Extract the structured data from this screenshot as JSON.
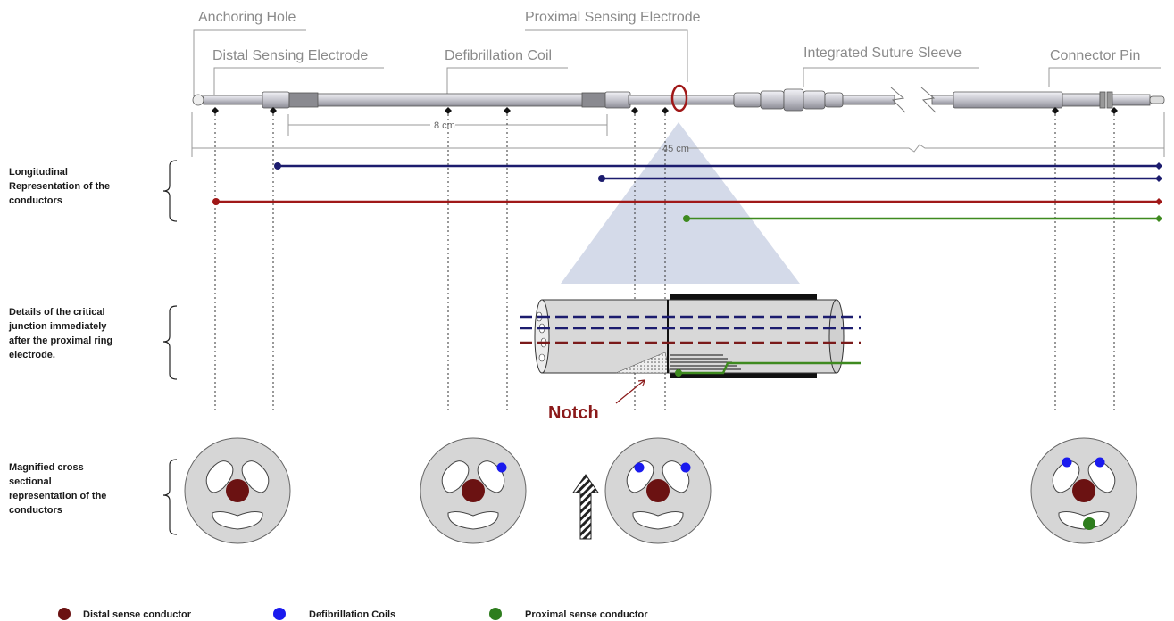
{
  "labels": {
    "anchoring_hole": "Anchoring Hole",
    "distal_sensing": "Distal Sensing Electrode",
    "defib_coil": "Defibrillation Coil",
    "proximal_sensing": "Proximal Sensing Electrode",
    "suture_sleeve": "Integrated Suture Sleeve",
    "connector_pin": "Connector Pin"
  },
  "dimensions": {
    "coil_length": "8 cm",
    "lead_length": "45 cm"
  },
  "rows": {
    "longitudinal": [
      "Longitudinal",
      "Representation of the",
      "conductors"
    ],
    "junction": [
      "Details of the critical",
      "junction immediately",
      "after the proximal ring",
      "electrode."
    ],
    "cross": [
      "Magnified cross",
      "sectional",
      "representation of the",
      "conductors"
    ]
  },
  "notch_label": "Notch",
  "legend": [
    {
      "label": "Distal sense conductor",
      "color": "#6b1212"
    },
    {
      "label": "Defibrillation Coils",
      "color": "#1a1aee"
    },
    {
      "label": "Proximal sense conductor",
      "color": "#2e7d1e"
    }
  ],
  "colors": {
    "navy": "#1c1c6e",
    "red": "#a01818",
    "green": "#3e8a1f",
    "cone": "#c9d1e3",
    "disc": "#d6d6d6"
  }
}
